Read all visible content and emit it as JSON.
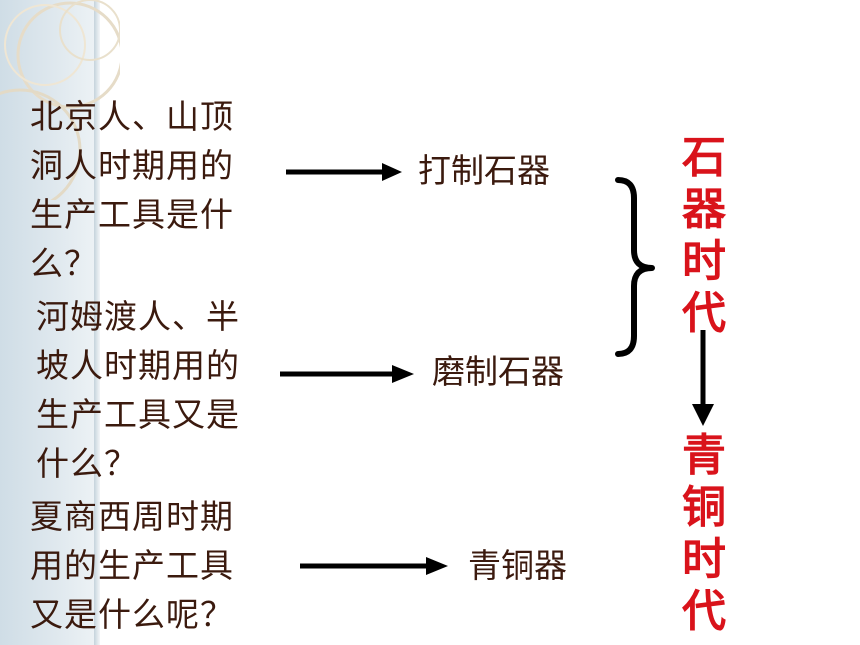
{
  "questions": [
    {
      "text": "北京人、山顶\n洞人时期用的\n生产工具是什\n么？"
    },
    {
      "text": "河姆渡人、半\n坡人时期用的\n生产工具又是\n什么？"
    },
    {
      "text": "夏商西周时期\n用的生产工具\n又是什么呢？"
    }
  ],
  "answers": [
    {
      "label": "打制石器"
    },
    {
      "label": "磨制石器"
    },
    {
      "label": "青铜器"
    }
  ],
  "eras": {
    "stone_age": "石器时代",
    "bronze_age": "青铜时代"
  },
  "colors": {
    "question_text": "#3b1a0e",
    "era_text": "#d9131b",
    "arrow": "#000000"
  }
}
